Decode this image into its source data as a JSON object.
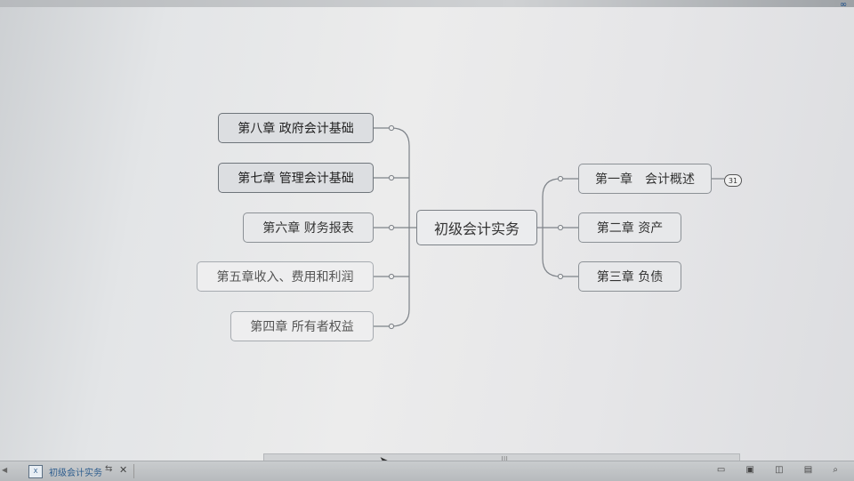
{
  "central_topic": "初级会计实务",
  "left_topics": [
    {
      "label": "第八章 政府会计基础"
    },
    {
      "label": "第七章 管理会计基础"
    },
    {
      "label": "第六章 财务报表"
    },
    {
      "label": "第五章收入、费用和利润"
    },
    {
      "label": "第四章 所有者权益"
    }
  ],
  "right_topics": [
    {
      "label": "第一章　会计概述",
      "badge": "31"
    },
    {
      "label": "第二章 资产"
    },
    {
      "label": "第三章 负债"
    }
  ],
  "tab": {
    "title": "初级会计实务",
    "doc_icon": "mindmap-doc-icon",
    "pin": "⇆",
    "close": "✕"
  },
  "scrollbar_grip": "|||",
  "colors": {
    "node_border": "#8c9196",
    "connector": "#7d8288",
    "tab_text": "#2d5d8e"
  }
}
